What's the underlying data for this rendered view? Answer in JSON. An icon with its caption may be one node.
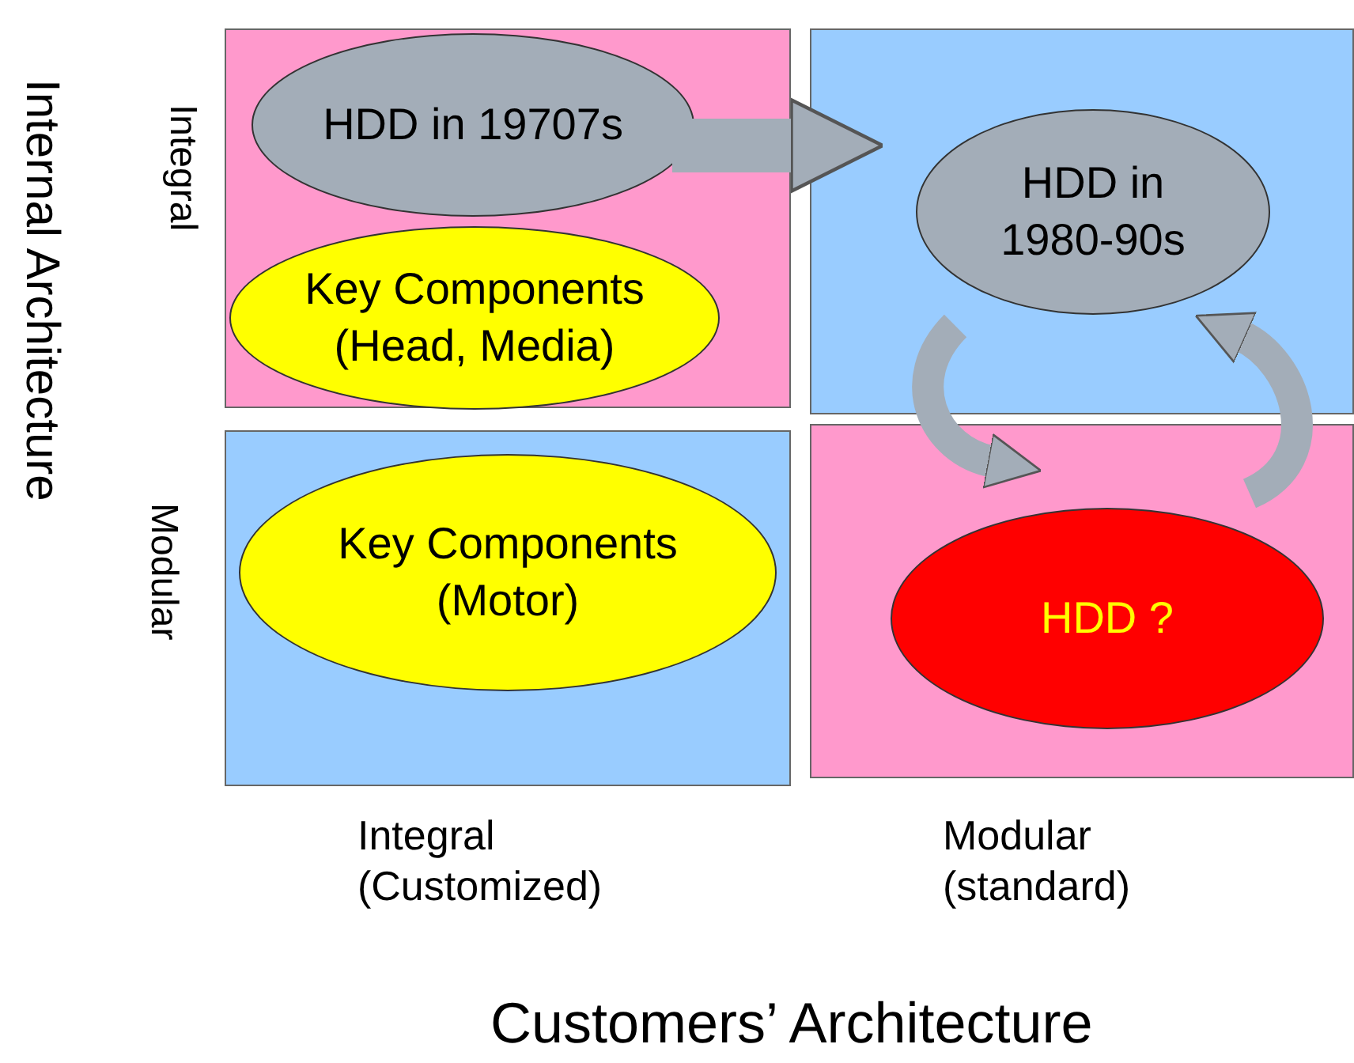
{
  "diagram": {
    "nodes": [
      {
        "text": [],
        "shape": "box"
      },
      {
        "text": [
          "HDD in 19707s"
        ],
        "in": 0
      },
      {
        "text": [
          "Key Components (Head, Media)"
        ],
        "in": 0
      },
      {
        "text": [],
        "shape": "box"
      },
      {
        "text": [
          "HDD in 1980-90s"
        ],
        "in": 3
      },
      {
        "text": [],
        "shape": "box"
      },
      {
        "text": [
          "Key Components (Motor)"
        ],
        "in": 5
      },
      {
        "text": [],
        "shape": "box"
      },
      {
        "text": [
          "HDD ?"
        ],
        "in": 7
      }
    ],
    "edges": [
      {
        "from": 1,
        "to": 4,
        "arrow": "to"
      },
      {
        "from": 4,
        "to": 8,
        "arrow": "to"
      },
      {
        "from": 8,
        "to": 4,
        "arrow": "to"
      }
    ],
    "labels": [
      "Internal Architecture",
      "Integral",
      "Modular",
      "Integral (Customized)",
      "Modular (standard)",
      "Customers’ Architecture"
    ]
  }
}
